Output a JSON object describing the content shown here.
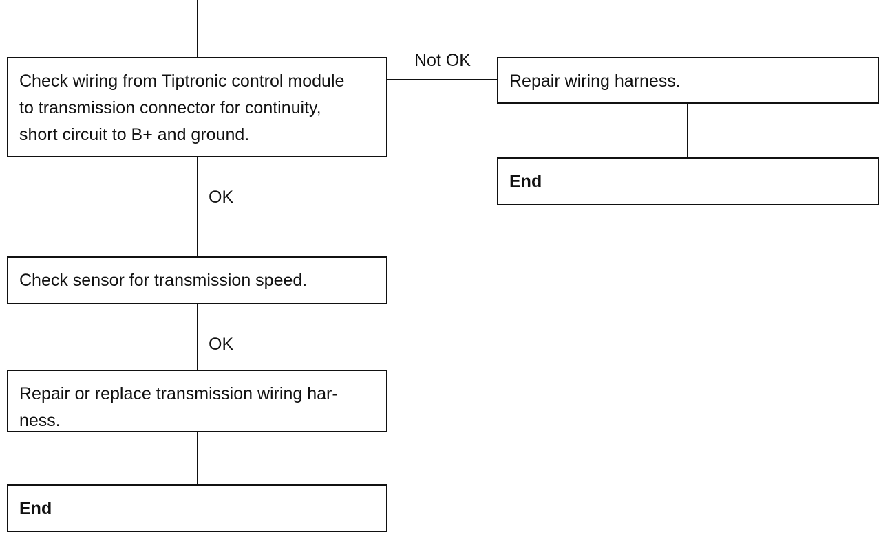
{
  "steps": {
    "check_wiring": "Check wiring from Tiptronic control module\nto transmission connector for continuity,\nshort circuit to B+ and ground.",
    "check_sensor": "Check sensor for transmission speed.",
    "repair_replace": "Repair or replace transmission wiring har-\nness.",
    "end_main": "End",
    "repair_harness": "Repair wiring harness.",
    "end_branch": "End"
  },
  "labels": {
    "not_ok": "Not OK",
    "ok_1": "OK",
    "ok_2": "OK"
  }
}
